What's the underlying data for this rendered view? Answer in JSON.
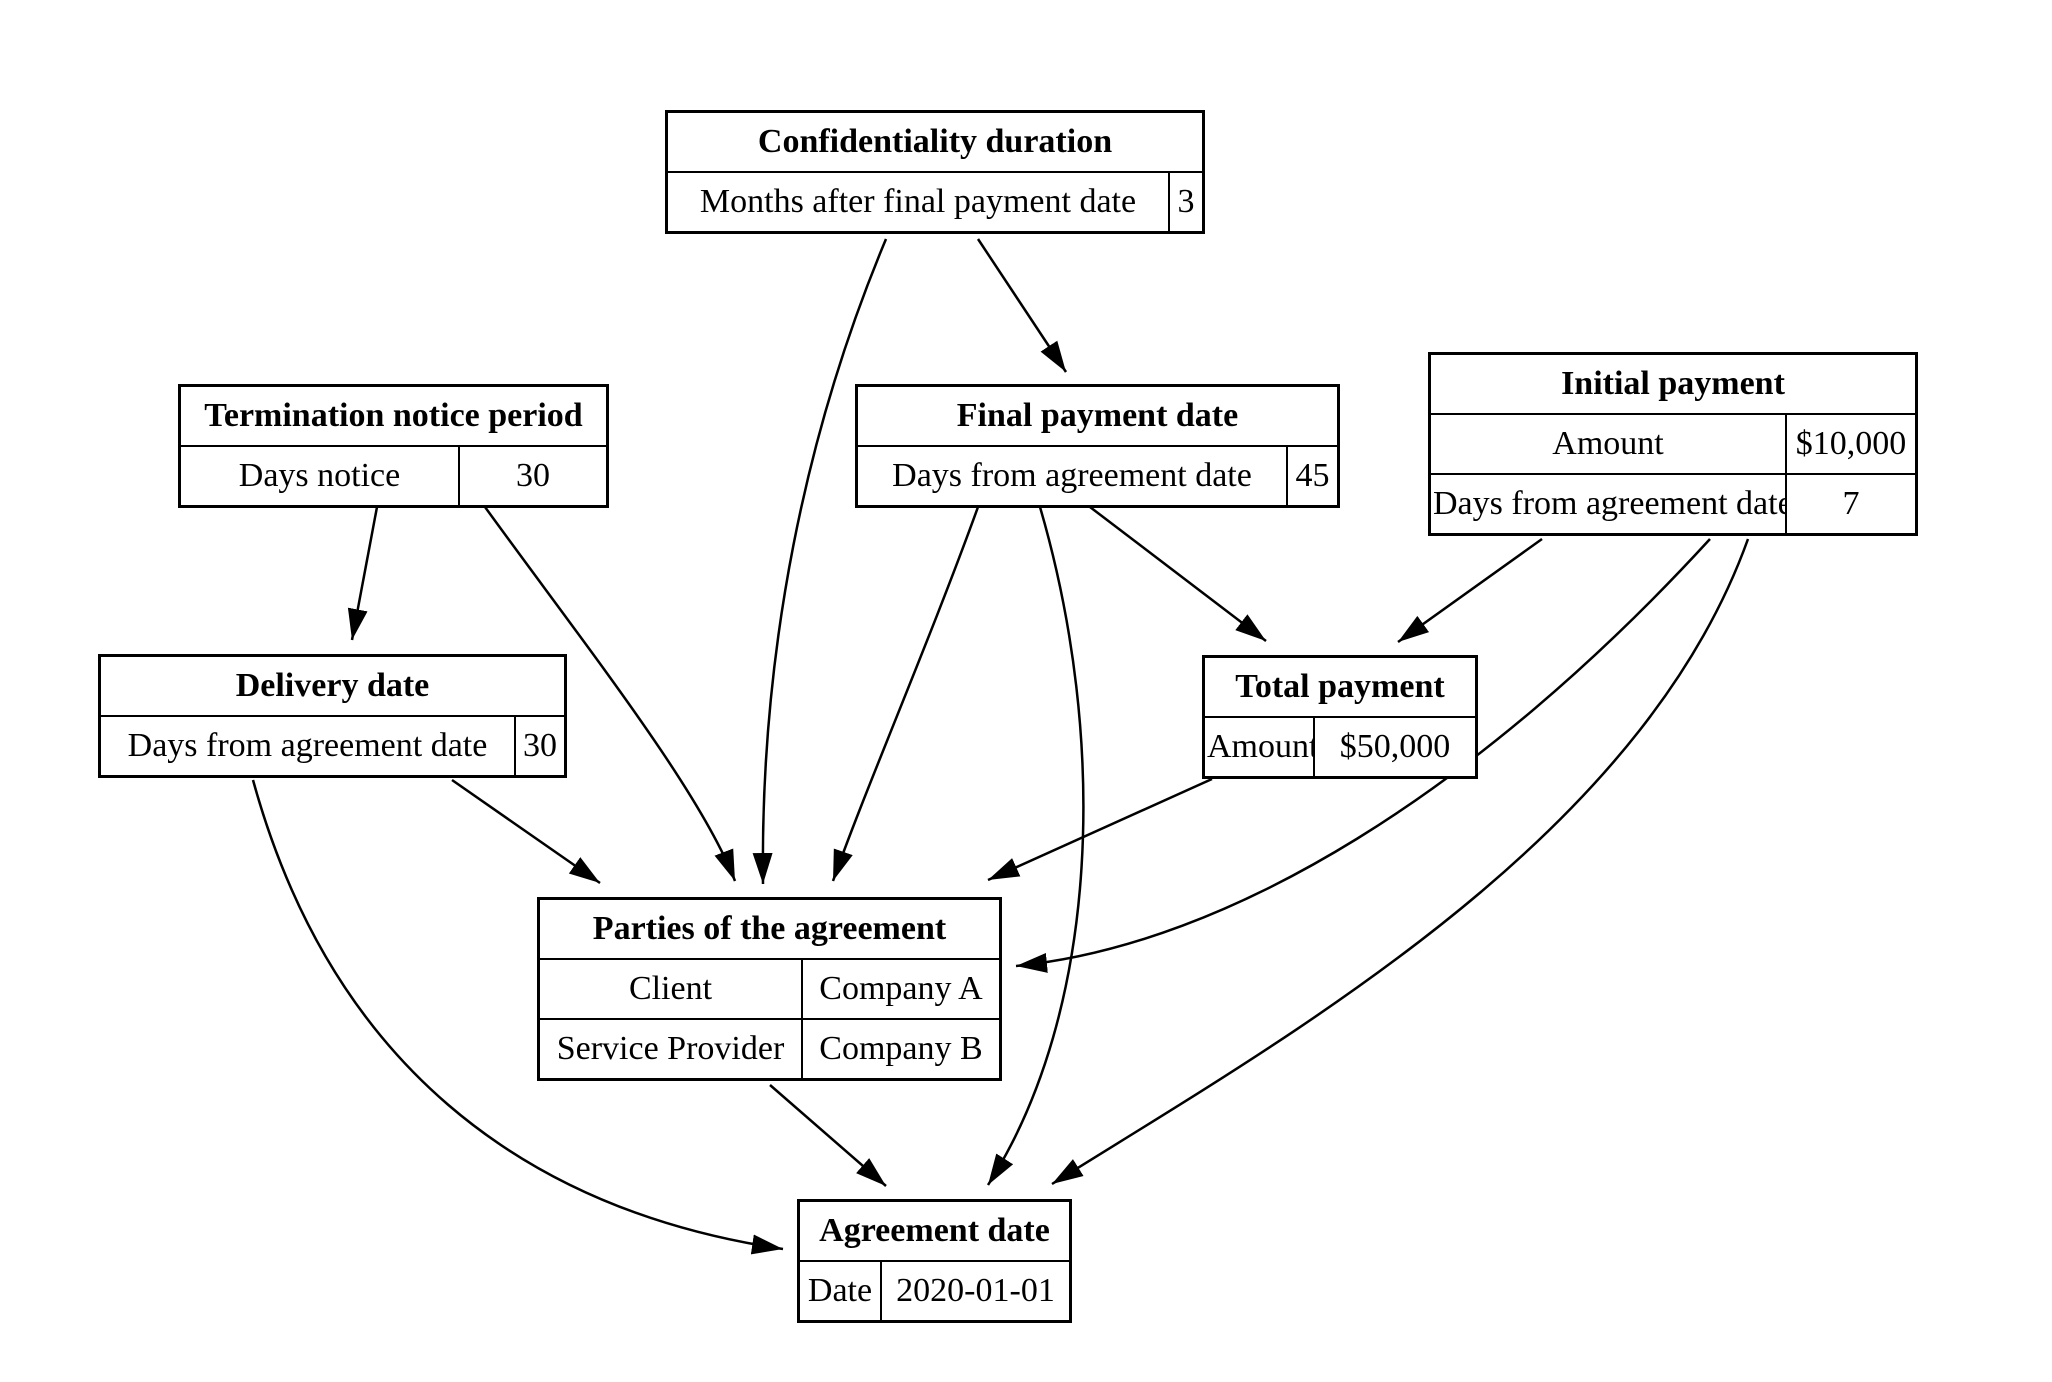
{
  "diagram_title": "",
  "colors": {
    "line": "#000000",
    "background": "#ffffff",
    "text": "#000000"
  },
  "nodes": [
    {
      "id": "confidentiality_duration",
      "title": "Confidentiality duration",
      "rows": [
        {
          "label": "Months after final payment date",
          "value": "3"
        }
      ]
    },
    {
      "id": "termination_notice_period",
      "title": "Termination notice period",
      "rows": [
        {
          "label": "Days notice",
          "value": "30"
        }
      ]
    },
    {
      "id": "final_payment_date",
      "title": "Final payment date",
      "rows": [
        {
          "label": "Days from agreement date",
          "value": "45"
        }
      ]
    },
    {
      "id": "initial_payment",
      "title": "Initial payment",
      "rows": [
        {
          "label": "Amount",
          "value": "$10,000"
        },
        {
          "label": "Days from agreement date",
          "value": "7"
        }
      ]
    },
    {
      "id": "delivery_date",
      "title": "Delivery date",
      "rows": [
        {
          "label": "Days from agreement date",
          "value": "30"
        }
      ]
    },
    {
      "id": "total_payment",
      "title": "Total payment",
      "rows": [
        {
          "label": "Amount",
          "value": "$50,000"
        }
      ]
    },
    {
      "id": "parties_of_the_agreement",
      "title": "Parties of the agreement",
      "rows": [
        {
          "label": "Client",
          "value": "Company A"
        },
        {
          "label": "Service Provider",
          "value": "Company B"
        }
      ]
    },
    {
      "id": "agreement_date",
      "title": "Agreement date",
      "rows": [
        {
          "label": "Date",
          "value": "2020-01-01"
        }
      ]
    }
  ],
  "edges": [
    {
      "from": "confidentiality_duration",
      "to": "final_payment_date"
    },
    {
      "from": "confidentiality_duration",
      "to": "parties_of_the_agreement"
    },
    {
      "from": "termination_notice_period",
      "to": "delivery_date"
    },
    {
      "from": "termination_notice_period",
      "to": "parties_of_the_agreement"
    },
    {
      "from": "final_payment_date",
      "to": "parties_of_the_agreement"
    },
    {
      "from": "final_payment_date",
      "to": "total_payment"
    },
    {
      "from": "final_payment_date",
      "to": "agreement_date"
    },
    {
      "from": "initial_payment",
      "to": "total_payment"
    },
    {
      "from": "initial_payment",
      "to": "parties_of_the_agreement"
    },
    {
      "from": "initial_payment",
      "to": "agreement_date"
    },
    {
      "from": "delivery_date",
      "to": "parties_of_the_agreement"
    },
    {
      "from": "delivery_date",
      "to": "agreement_date"
    },
    {
      "from": "total_payment",
      "to": "parties_of_the_agreement"
    },
    {
      "from": "parties_of_the_agreement",
      "to": "agreement_date"
    }
  ]
}
